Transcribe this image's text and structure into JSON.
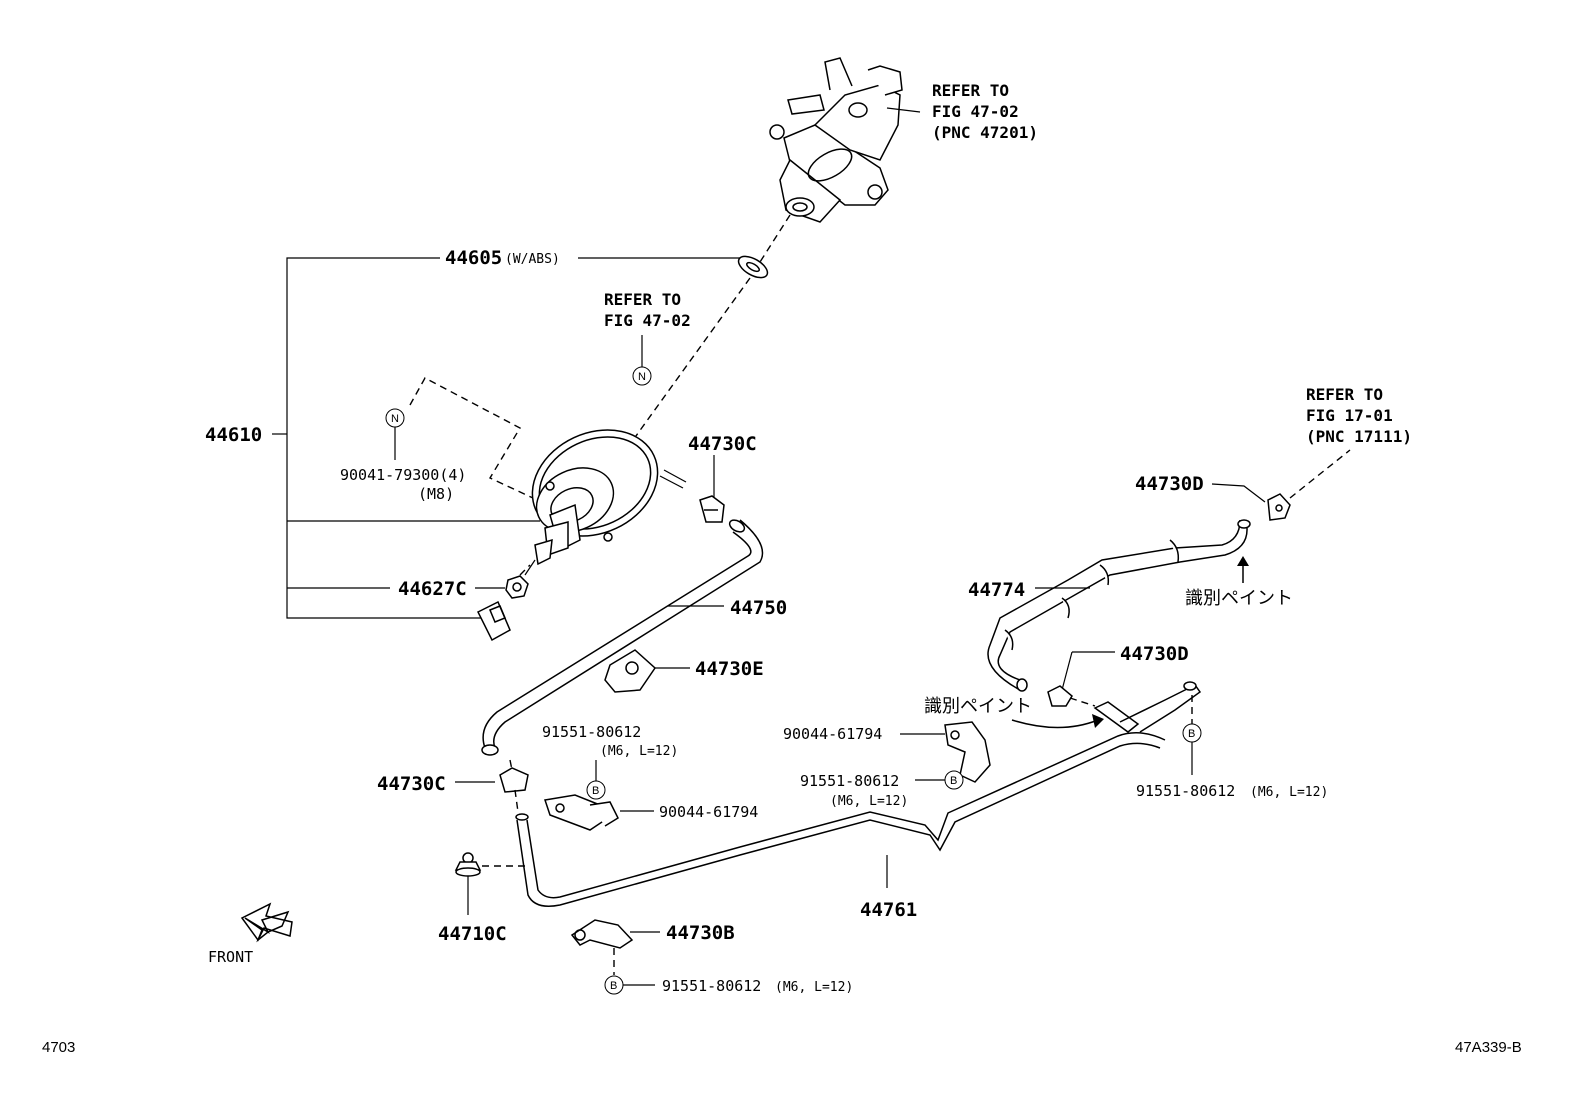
{
  "labels": {
    "p44605": "44605",
    "p44605_note": "(W/ABS)",
    "p44610": "44610",
    "p44627c": "44627C",
    "p44730c_top": "44730C",
    "p44750": "44750",
    "p44730e": "44730E",
    "p44730c_low": "44730C",
    "p44710c": "44710C",
    "p44730b": "44730B",
    "p44761": "44761",
    "p44774": "44774",
    "p44730d_top": "44730D",
    "p44730d_mid": "44730D",
    "p90041": "90041-79300(4)",
    "p90041_note": "(M8)",
    "p91551_a": "91551-80612",
    "p91551_a_note": "(M6, L=12)",
    "p90044_a": "90044-61794",
    "p90044_b": "90044-61794",
    "p91551_b": "91551-80612",
    "p91551_b_note": "(M6, L=12)",
    "p91551_c": "91551-80612",
    "p91551_c_note": "(M6, L=12)",
    "p91551_d": "91551-80612",
    "p91551_d_note": "(M6, L=12)"
  },
  "refs": {
    "master_cyl": [
      "REFER TO",
      "FIG 47-02",
      "(PNC 47201)"
    ],
    "booster": [
      "REFER TO",
      "FIG 47-02"
    ],
    "engine": [
      "REFER TO",
      "FIG 17-01",
      "(PNC 17111)"
    ]
  },
  "paint_marks": [
    "識別ペイント",
    "識別ペイント"
  ],
  "markers": {
    "n": "N",
    "b": "B"
  },
  "front": "FRONT",
  "corner_left": "4703",
  "corner_right": "47A339-B"
}
